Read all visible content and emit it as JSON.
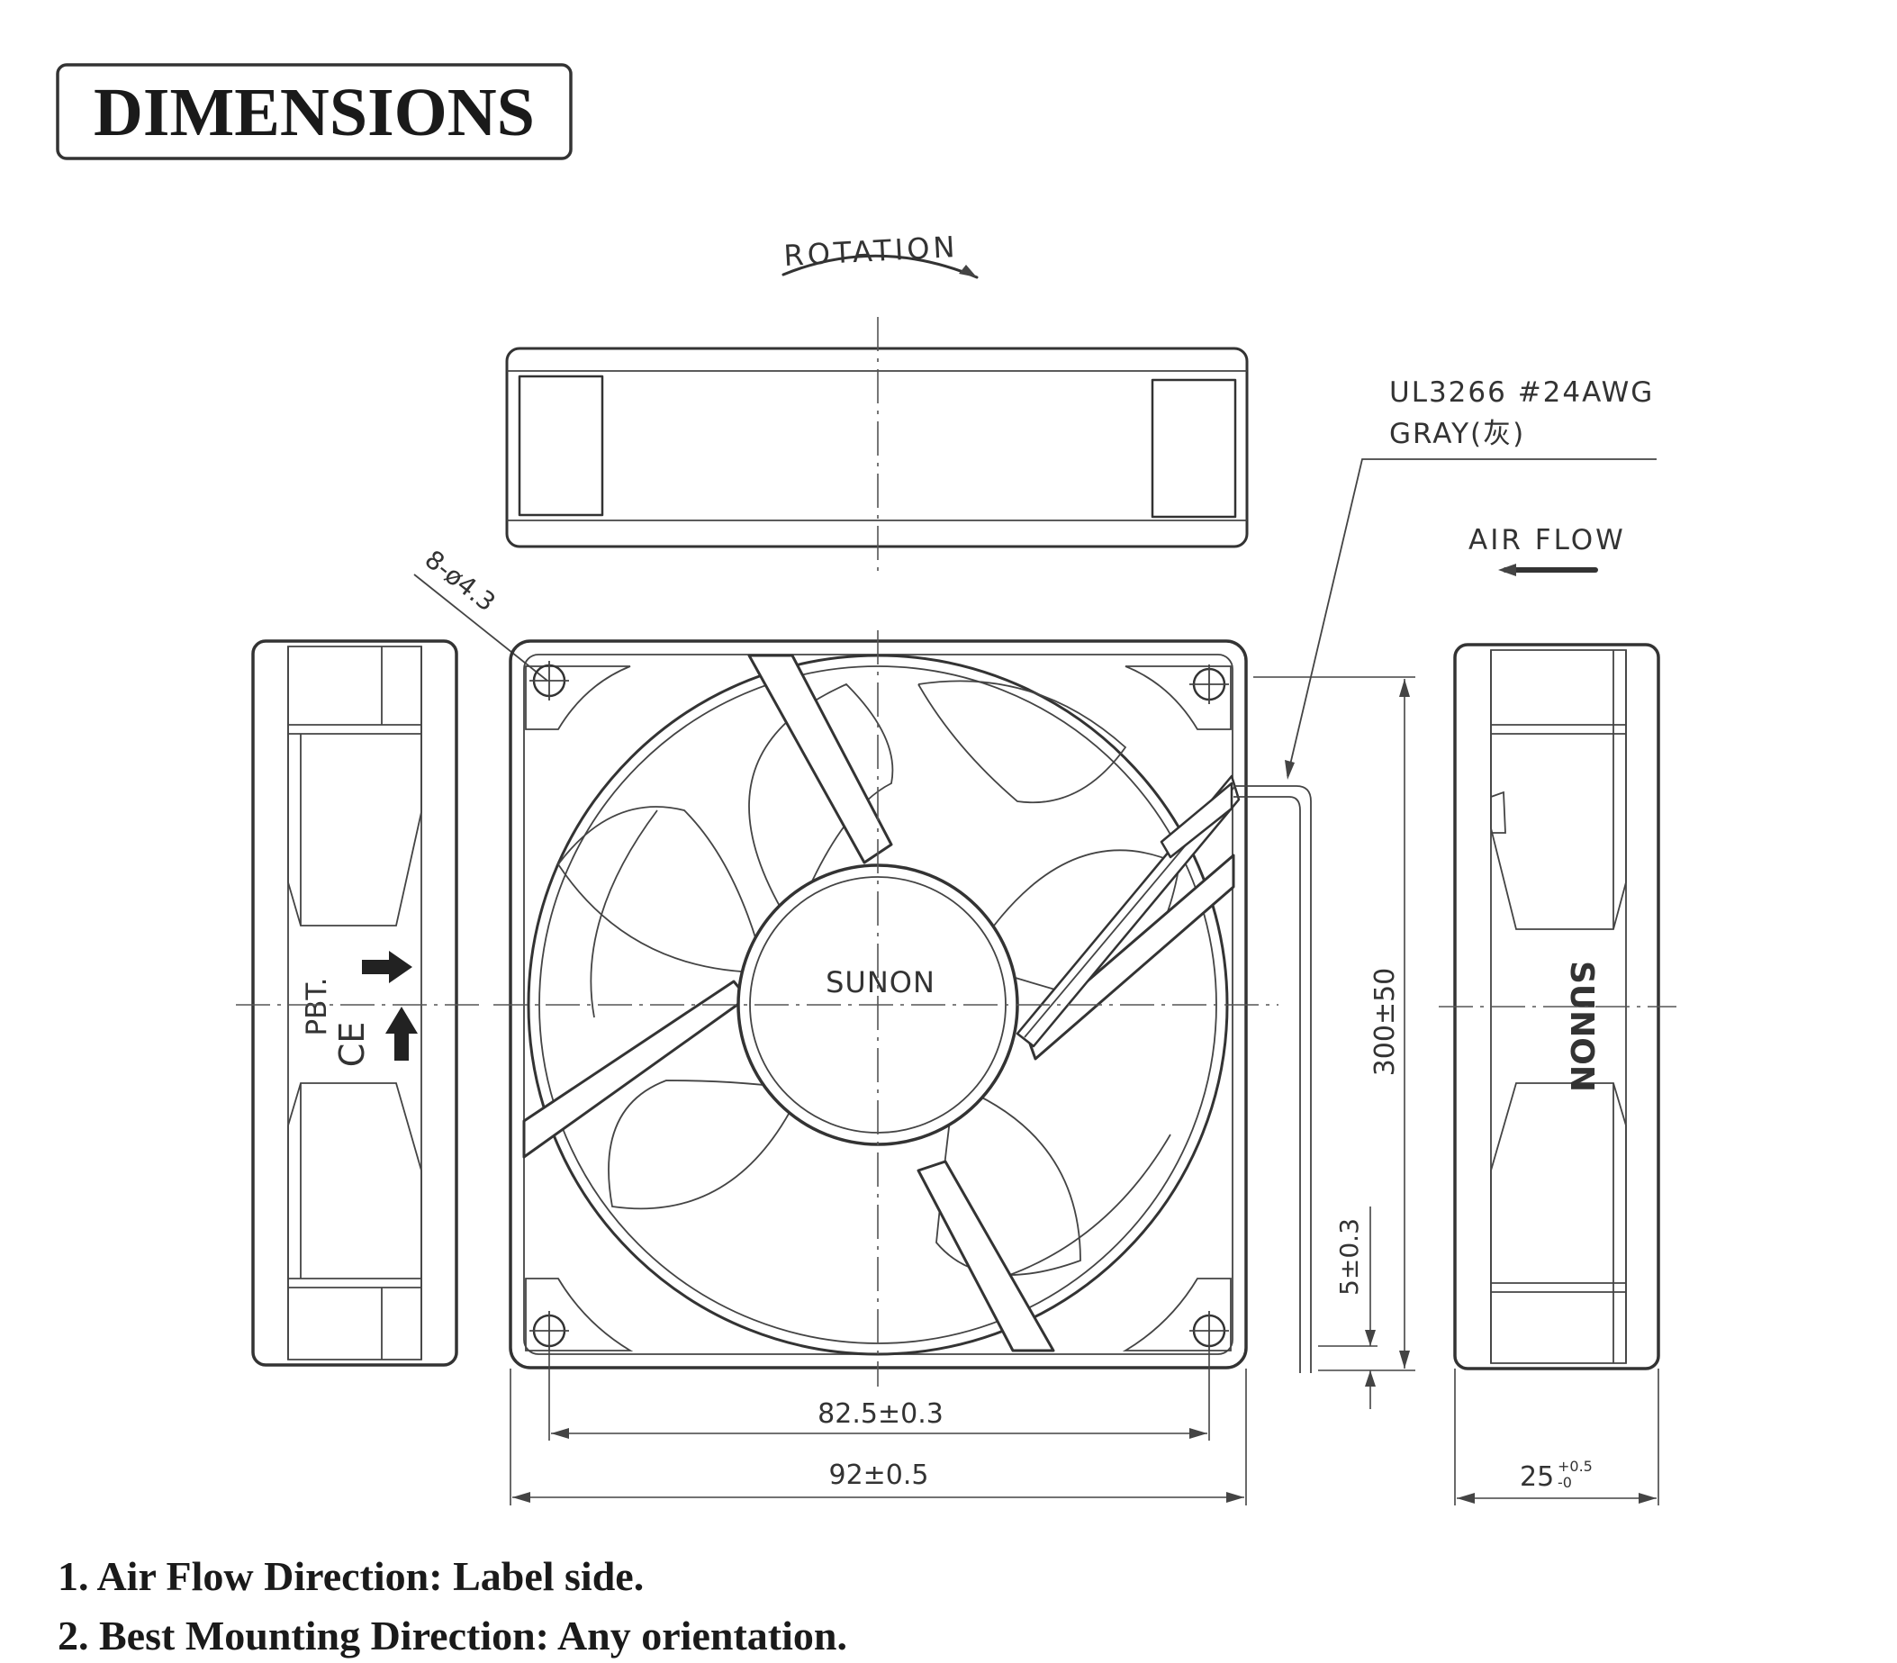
{
  "header": {
    "title": "DIMENSIONS"
  },
  "labels": {
    "rotation": "ROTATION",
    "cable_spec_line1": "UL3266  #24AWG",
    "cable_spec_line2": "GRAY(灰)",
    "air_flow": "AIR FLOW",
    "mount_holes": "8-ø4.3",
    "brand_front": "SUNON",
    "brand_side": "SUNON",
    "material": "PBT.",
    "cert_mark": "CE"
  },
  "dimensions": {
    "hole_pitch": "82.5±0.3",
    "frame_width": "92±0.5",
    "thickness_main": "25",
    "thickness_tol_upper": "+0.5",
    "thickness_tol_lower": "-0",
    "lead_length": "300±50",
    "lead_strip": "5±0.3"
  },
  "notes": [
    "1. Air Flow Direction: Label side.",
    "2. Best Mounting Direction: Any orientation."
  ],
  "colors": {
    "ink": "#333333",
    "paper": "#ffffff"
  }
}
